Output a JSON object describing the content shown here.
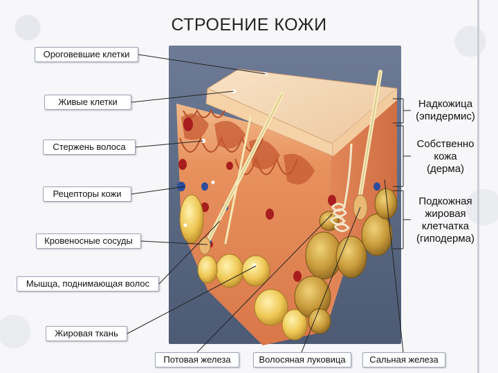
{
  "title": "СТРОЕНИЕ КОЖИ",
  "left_labels": [
    "Ороговевшие клетки",
    "Живые клетки",
    "Стержень волоса",
    "Рецепторы кожи",
    "Кровеносные сосуды",
    "Мышца, поднимающая волос",
    "Жировая ткань"
  ],
  "bottom_labels": [
    "Потовая железа",
    "Волосяная луковица",
    "Сальная железа"
  ],
  "right_labels": {
    "epidermis": [
      "Надкожица",
      "(эпидермис)"
    ],
    "dermis": [
      "Собственно",
      "кожа",
      "(дерма)"
    ],
    "hypodermis": [
      "Подкожная",
      "жировая",
      "клетчатка",
      "(гиподерма)"
    ]
  },
  "colors": {
    "panel": "#5e6b86",
    "epidermis_top": "#f3d7b5",
    "dermis": "#e9905f",
    "fat": "#f3d46b",
    "vessel_red": "#a81d1d",
    "vessel_blue": "#2b4d9c",
    "hair": "#f6e9b6"
  }
}
